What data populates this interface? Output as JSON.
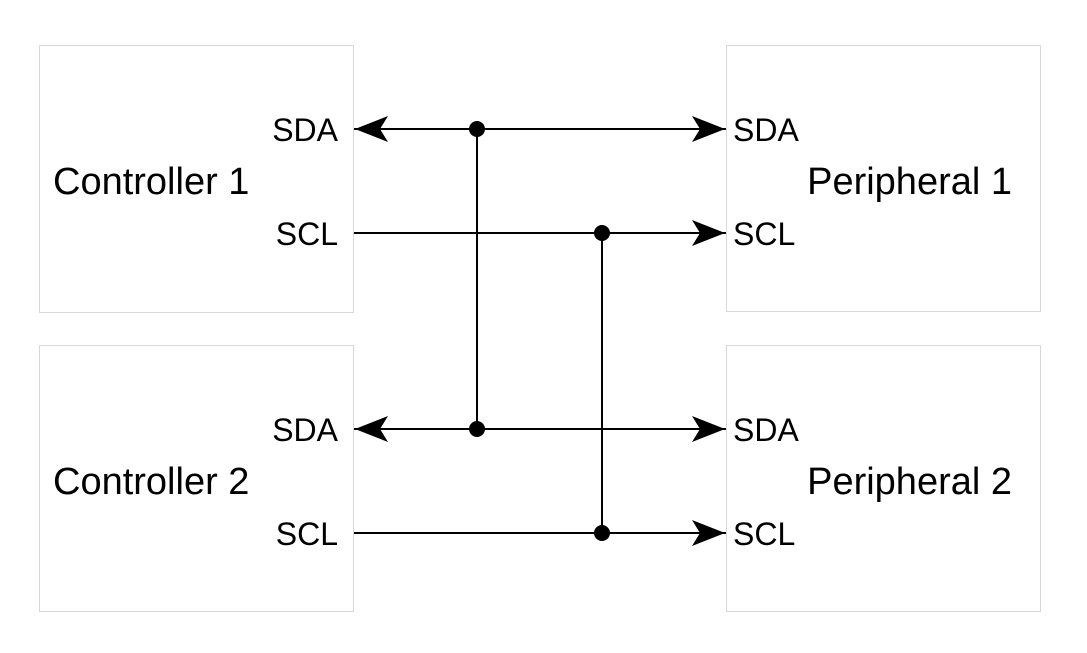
{
  "blocks": {
    "controller1": {
      "name": "Controller 1",
      "sda_label": "SDA",
      "scl_label": "SCL"
    },
    "peripheral1": {
      "name": "Peripheral 1",
      "sda_label": "SDA",
      "scl_label": "SCL"
    },
    "controller2": {
      "name": "Controller 2",
      "sda_label": "SDA",
      "scl_label": "SCL"
    },
    "peripheral2": {
      "name": "Peripheral 2",
      "sda_label": "SDA",
      "scl_label": "SCL"
    }
  },
  "buses": {
    "sda": {
      "label": "SDA",
      "direction": "bidirectional"
    },
    "scl": {
      "label": "SCL",
      "direction": "controller-to-peripheral"
    }
  },
  "colors": {
    "wire": "#000000",
    "text": "#000000",
    "box_border": "#d8d8d8",
    "background": "#ffffff"
  }
}
